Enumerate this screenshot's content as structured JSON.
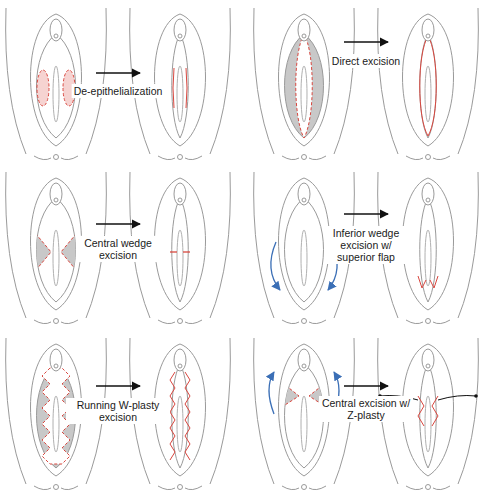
{
  "diagram": {
    "labels": [
      "De-epithelialization",
      "Direct excision",
      "Central wedge excision",
      "Inferior wedge excision w/ superior flap",
      "Running W-plasty excision",
      "Central excision w/ Z-plasty"
    ]
  }
}
